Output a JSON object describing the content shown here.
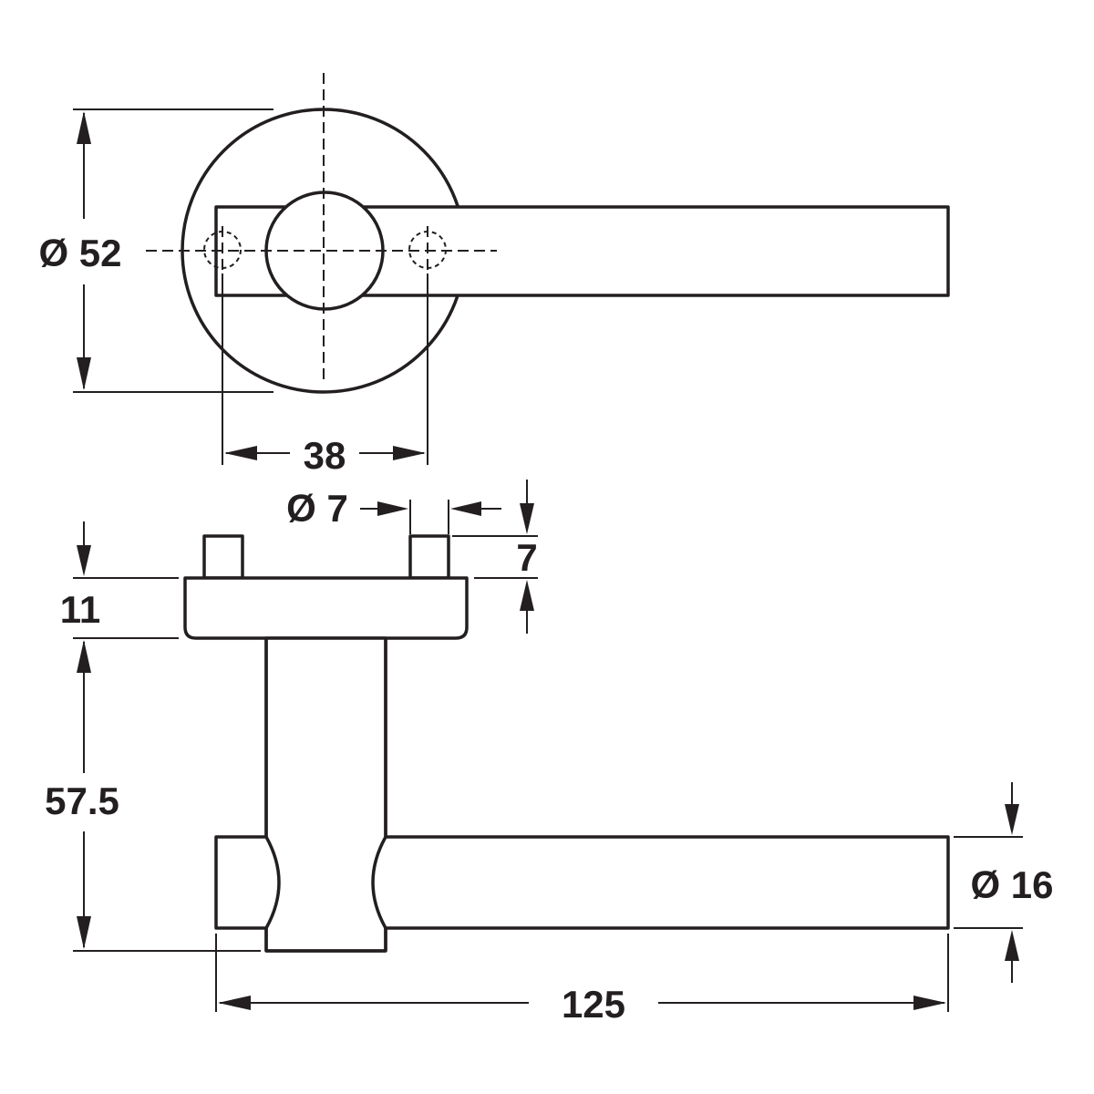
{
  "dimensions": {
    "rose_diameter": "Ø 52",
    "fixing_centres": "38",
    "pin_diameter": "Ø 7",
    "pin_height": "7",
    "rose_thickness": "11",
    "projection": "57.5",
    "lever_diameter": "Ø 16",
    "lever_length": "125"
  },
  "colors": {
    "line": "#231f20",
    "background": "#ffffff"
  }
}
